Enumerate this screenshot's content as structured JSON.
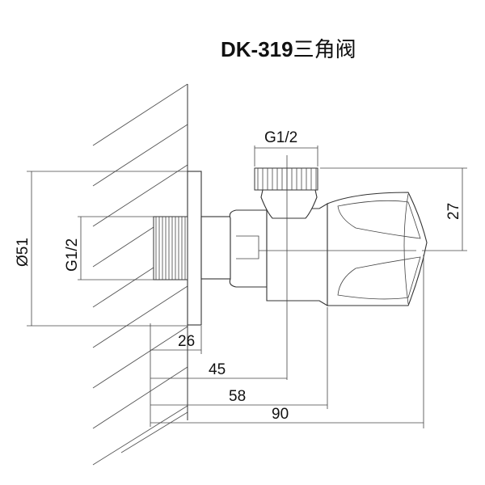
{
  "title": {
    "model": "DK-319",
    "name": "三角阀"
  },
  "dimensions": {
    "thread_top": "G1/2",
    "thread_side": "G1/2",
    "diameter": "Ø51",
    "height": "27",
    "d26": "26",
    "d45": "45",
    "d58": "58",
    "d90": "90"
  }
}
